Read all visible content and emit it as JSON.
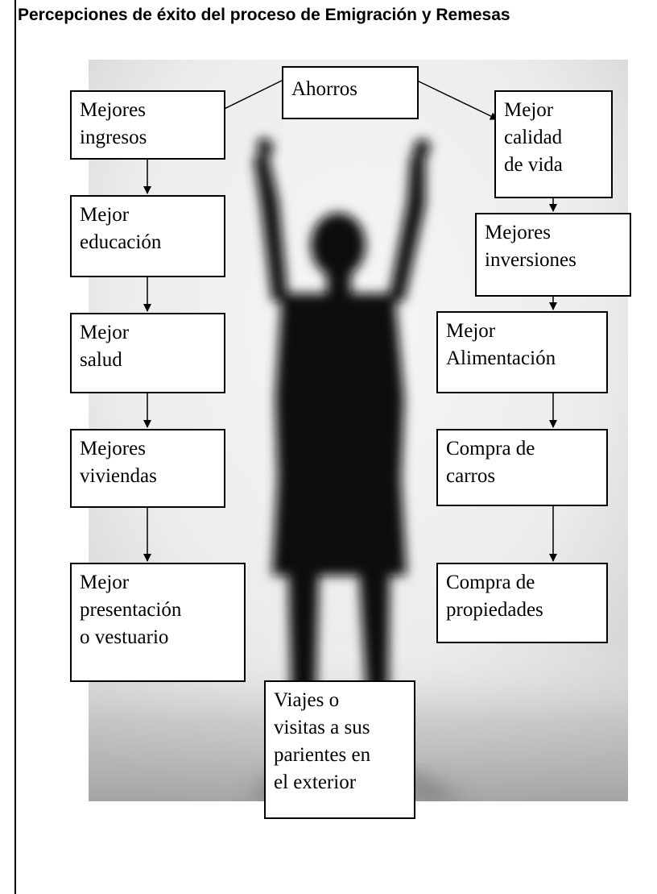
{
  "title": "Percepciones de éxito del proceso de Emigración y Remesas",
  "photo": {
    "icon": "silhouette-raised-arms",
    "colors": {
      "background_light": "#f4f4f4",
      "background_mid": "#cfcfcf",
      "figure": "#111111"
    }
  },
  "nodes": {
    "ahorros": "Ahorros",
    "left": [
      "Mejores\ningresos",
      "Mejor\neducación",
      "Mejor\nsalud",
      "Mejores\nviviendas",
      "Mejor\npresentación\no vestuario"
    ],
    "right": [
      "Mejor\ncalidad\nde vida",
      "Mejores\ninversiones",
      "Mejor\nAlimentación",
      "Compra de\ncarros",
      "Compra de\npropiedades"
    ],
    "bottom": "Viajes o\nvisitas a sus\nparientes en\nel exterior"
  }
}
